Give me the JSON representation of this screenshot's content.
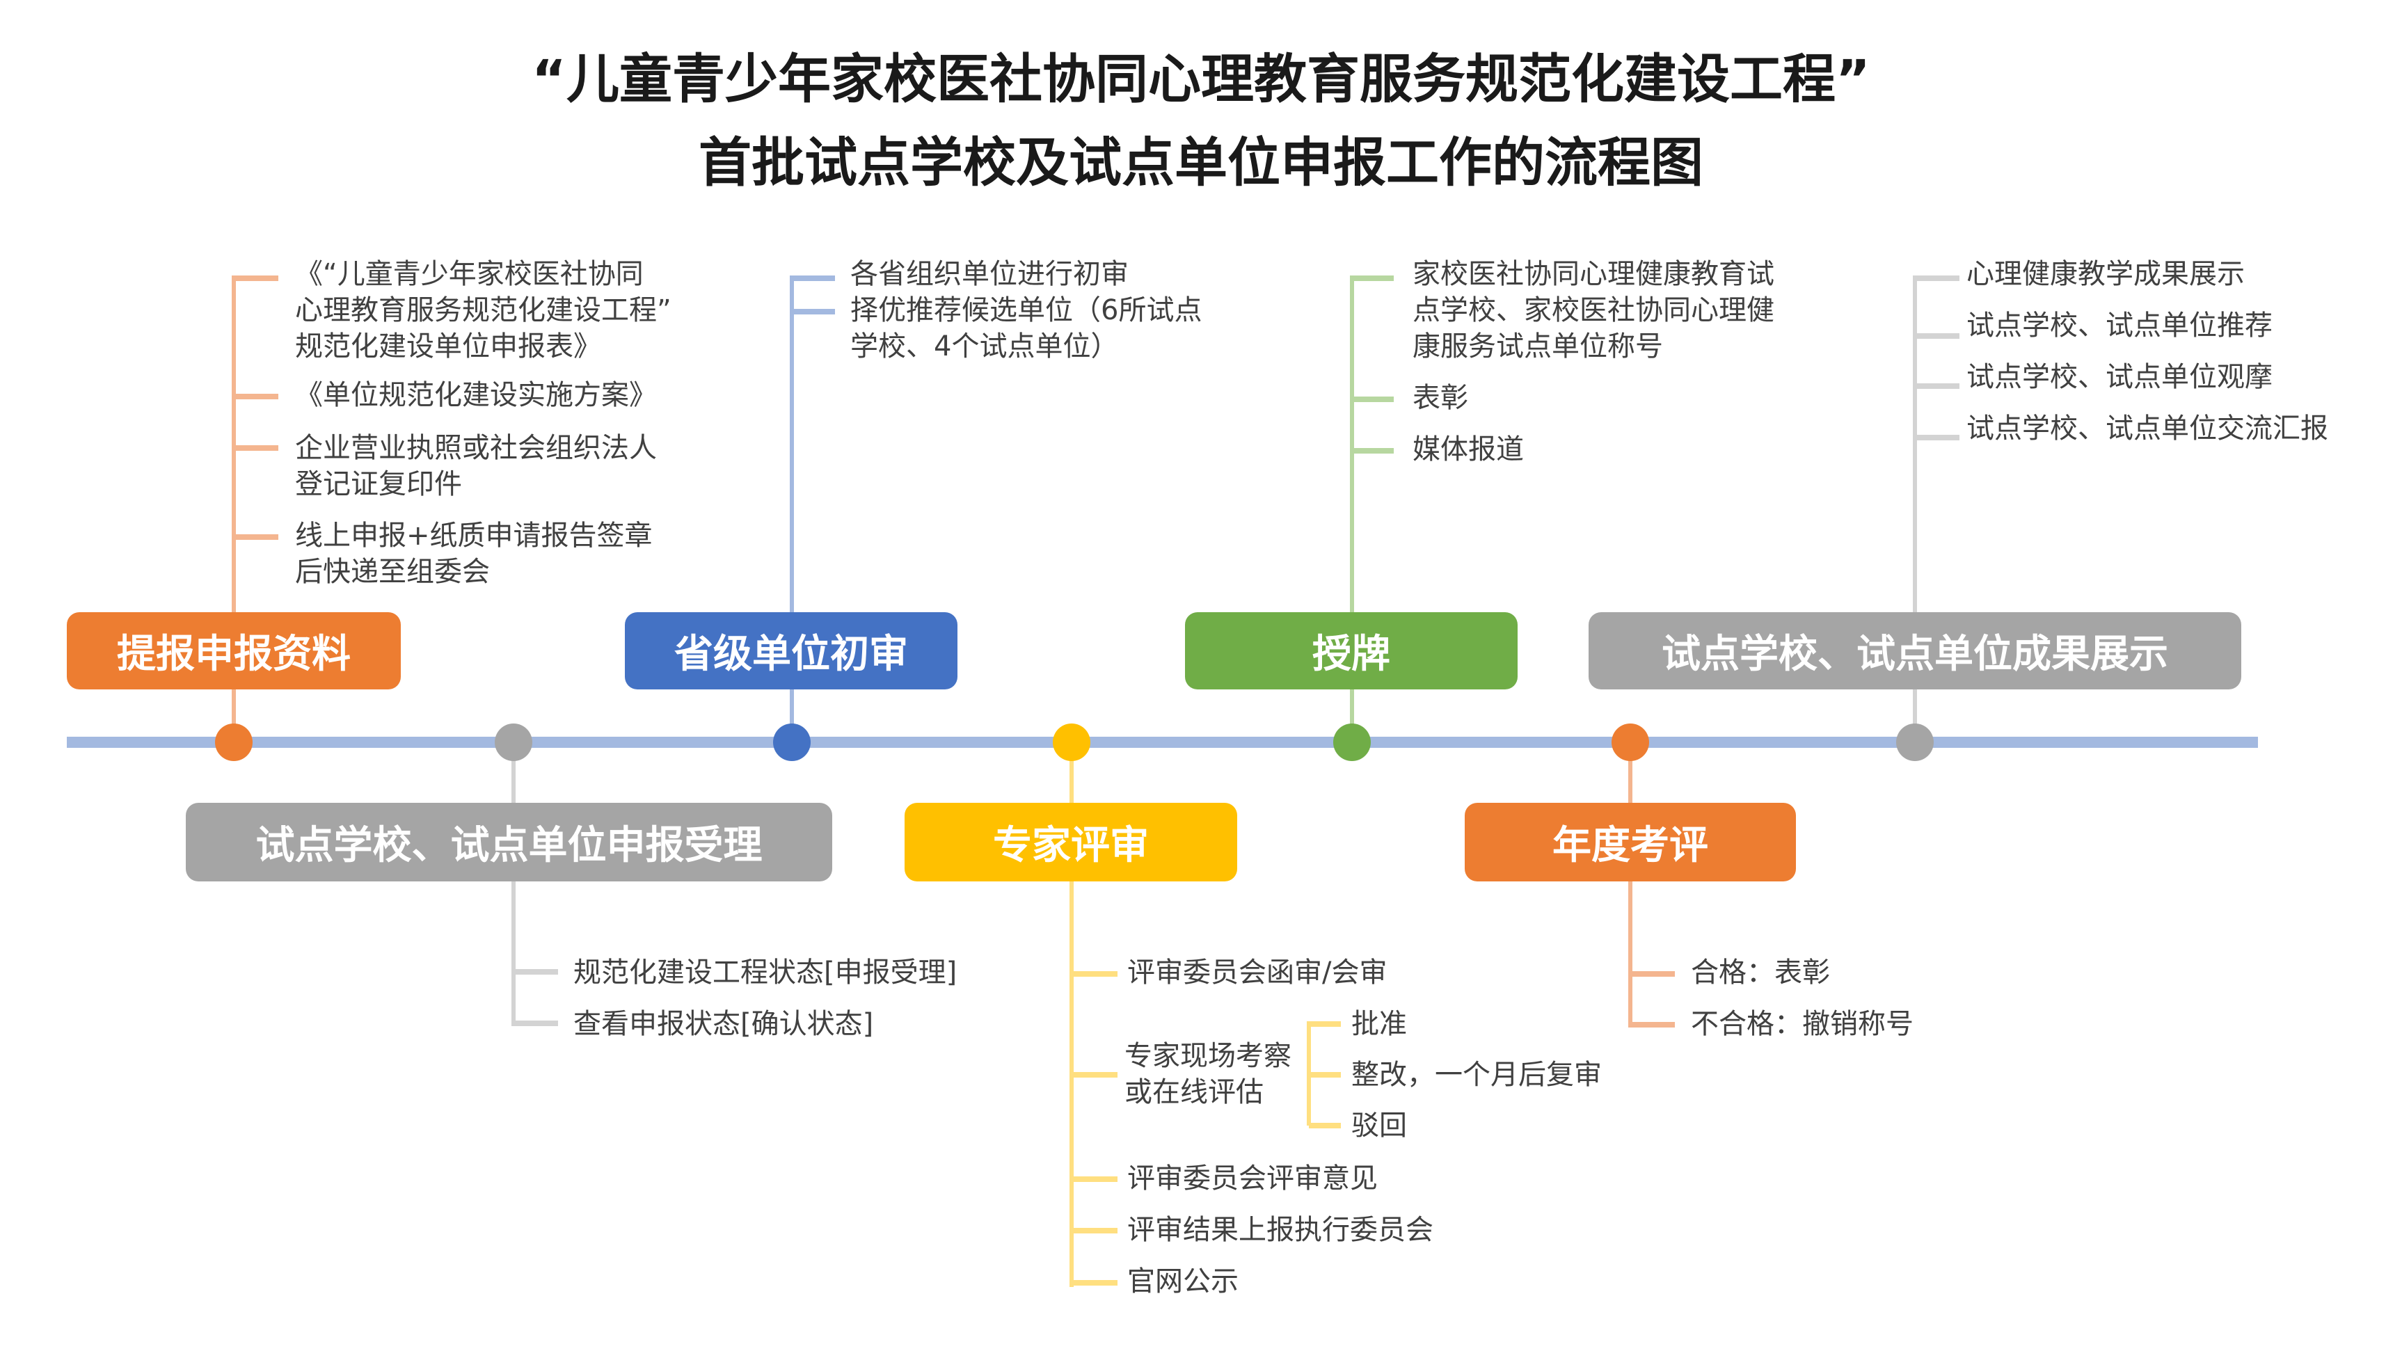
{
  "title": {
    "line1": "“儿童青少年家校医社协同心理教育服务规范化建设工程”",
    "line2": "首批试点学校及试点单位申报工作的流程图"
  },
  "colors": {
    "timeline": "#a3b9e0",
    "orange": "#ed7d31",
    "orange_light": "#f4b58f",
    "blue": "#4472c4",
    "blue_light": "#a3b9e0",
    "green": "#70ad47",
    "green_light": "#b7d7a0",
    "yellow": "#ffc000",
    "yellow_light": "#ffdf80",
    "gray": "#a5a5a5",
    "gray_light": "#d3d3d3"
  },
  "steps": [
    {
      "order": 1,
      "label": "提报申报资料",
      "position": "top",
      "items": [
        "《“儿童青少年家校医社协同\n心理教育服务规范化建设工程”\n规范化建设单位申报表》",
        "《单位规范化建设实施方案》",
        "企业营业执照或社会组织法人\n登记证复印件",
        "线上申报+纸质申请报告签章\n后快递至组委会"
      ]
    },
    {
      "order": 2,
      "label": "试点学校、试点单位申报受理",
      "position": "bottom",
      "items": [
        "规范化建设工程状态[申报受理]",
        "查看申报状态[确认状态]"
      ]
    },
    {
      "order": 3,
      "label": "省级单位初审",
      "position": "top",
      "items": [
        "各省组织单位进行初审",
        "择优推荐候选单位（6所试点\n学校、4个试点单位）"
      ]
    },
    {
      "order": 4,
      "label": "专家评审",
      "position": "bottom",
      "items": [
        "评审委员会函审/会审",
        "专家现场考察\n或在线评估",
        "评审委员会评审意见",
        "评审结果上报执行委员会",
        "官网公示"
      ],
      "sub_items": [
        "批准",
        "整改，一个月后复审",
        "驳回"
      ]
    },
    {
      "order": 5,
      "label": "授牌",
      "position": "top",
      "items": [
        "家校医社协同心理健康教育试\n点学校、家校医社协同心理健\n康服务试点单位称号",
        "表彰",
        "媒体报道"
      ]
    },
    {
      "order": 6,
      "label": "年度考评",
      "position": "bottom",
      "items": [
        "合格：表彰",
        "不合格：撤销称号"
      ]
    },
    {
      "order": 7,
      "label": "试点学校、试点单位成果展示",
      "position": "top",
      "items": [
        "心理健康教学成果展示",
        "试点学校、试点单位推荐",
        "试点学校、试点单位观摩",
        "试点学校、试点单位交流汇报"
      ]
    }
  ]
}
